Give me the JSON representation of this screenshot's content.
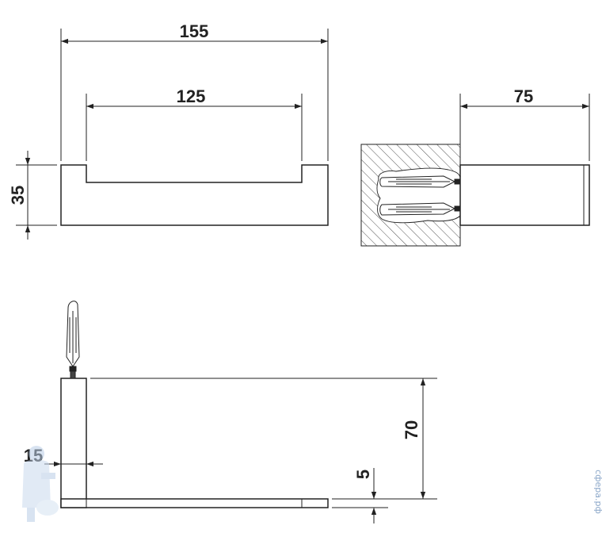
{
  "dimensions": {
    "overall_length": "155",
    "inner_length": "125",
    "height_front": "35",
    "depth": "75",
    "side_height": "70",
    "wall_thickness": "15",
    "base_thickness": "5"
  },
  "watermark": {
    "site_text": "сфера.рф"
  },
  "colors": {
    "line": "#222222",
    "hatch": "#555555",
    "watermark": "#8aa6c8"
  }
}
